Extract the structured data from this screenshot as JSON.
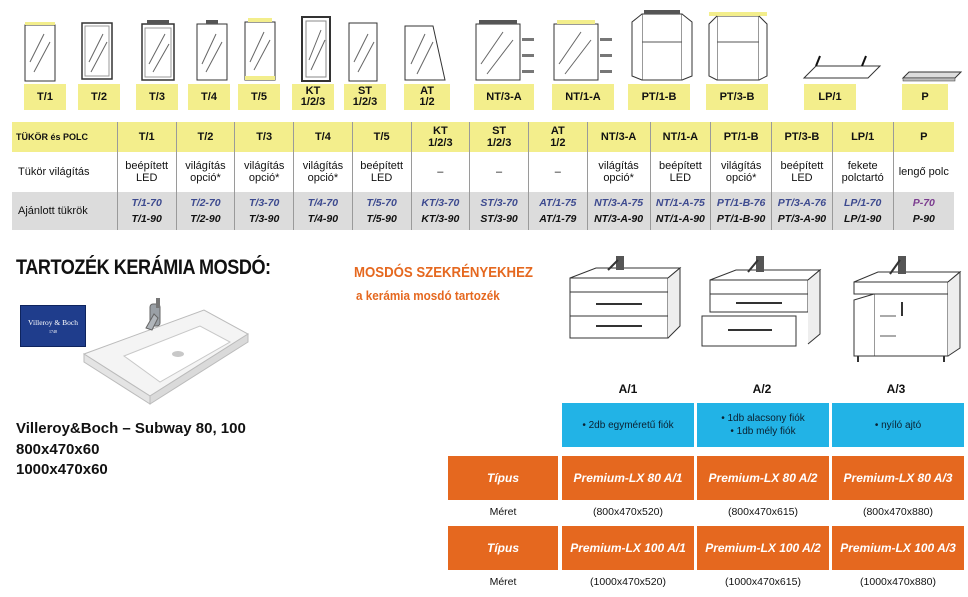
{
  "products": [
    {
      "code": "T/1"
    },
    {
      "code": "T/2"
    },
    {
      "code": "T/3"
    },
    {
      "code": "T/4"
    },
    {
      "code": "T/5"
    },
    {
      "code": "KT\n1/2/3"
    },
    {
      "code": "ST\n1/2/3"
    },
    {
      "code": "AT\n1/2"
    },
    {
      "code": "NT/3-A"
    },
    {
      "code": "NT/1-A"
    },
    {
      "code": "PT/1-B"
    },
    {
      "code": "PT/3-B"
    },
    {
      "code": "LP/1"
    },
    {
      "code": "P"
    }
  ],
  "table": {
    "header_first": "TÜKÖR és POLC",
    "header": [
      "T/1",
      "T/2",
      "T/3",
      "T/4",
      "T/5",
      "KT\n1/2/3",
      "ST\n1/2/3",
      "AT\n1/2",
      "NT/3-A",
      "NT/1-A",
      "PT/1-B",
      "PT/3-B",
      "LP/1",
      "P"
    ],
    "lighting_label": "Tükör világítás",
    "lighting": [
      "beépített\nLED",
      "világítás\nopció*",
      "világítás\nopció*",
      "világítás\nopció*",
      "beépített\nLED",
      "–",
      "–",
      "–",
      "világítás\nopció*",
      "beépített\nLED",
      "világítás\nopció*",
      "beépített\nLED",
      "fekete\npolctartó",
      "lengő polc"
    ],
    "recommended_label": "Ajánlott tükrök",
    "recommended_70": [
      "T/1-70",
      "T/2-70",
      "T/3-70",
      "T/4-70",
      "T/5-70",
      "KT/3-70",
      "ST/3-70",
      "AT/1-75",
      "NT/3-A-75",
      "NT/1-A-75",
      "PT/1-B-76",
      "PT/3-A-76",
      "LP/1-70",
      "P-70"
    ],
    "recommended_90": [
      "T/1-90",
      "T/2-90",
      "T/3-90",
      "T/4-90",
      "T/5-90",
      "KT/3-90",
      "ST/3-90",
      "AT/1-79",
      "NT/3-A-90",
      "NT/1-A-90",
      "PT/1-B-90",
      "PT/3-A-90",
      "LP/1-90",
      "P-90"
    ]
  },
  "accessory": {
    "title": "TARTOZÉK KERÁMIA MOSDÓ:",
    "logo_text": "Villeroy & Boch",
    "logo_year": "1748",
    "model": "Villeroy&Boch – Subway 80, 100",
    "size1": "800x470x60",
    "size2": "1000x470x60"
  },
  "cabinets": {
    "title": "MOSDÓS SZEKRÉNYEKHEZ",
    "subtitle": "a kerámia mosdó tartozék",
    "type_label": "Típus",
    "size_label": "Méret",
    "items": [
      {
        "name": "A/1",
        "desc1": "• 2db egyméretű fiók",
        "desc2": "",
        "type_80": "Premium-LX 80 A/1",
        "size_80": "(800x470x520)",
        "type_100": "Premium-LX 100 A/1",
        "size_100": "(1000x470x520)"
      },
      {
        "name": "A/2",
        "desc1": "• 1db alacsony fiók",
        "desc2": "• 1db mély fiók",
        "type_80": "Premium-LX 80 A/2",
        "size_80": "(800x470x615)",
        "type_100": "Premium-LX 100 A/2",
        "size_100": "(1000x470x615)"
      },
      {
        "name": "A/3",
        "desc1": "• nyíló ajtó",
        "desc2": "",
        "type_80": "Premium-LX 80 A/3",
        "size_80": "(800x470x880)",
        "type_100": "Premium-LX 100 A/3",
        "size_100": "(1000x470x880)"
      }
    ]
  },
  "colors": {
    "header_yellow": "#f3ee8c",
    "orange": "#e5681f",
    "blue": "#22b3e6",
    "grey": "#dcdcdc",
    "logo_blue": "#1f3d8c"
  }
}
